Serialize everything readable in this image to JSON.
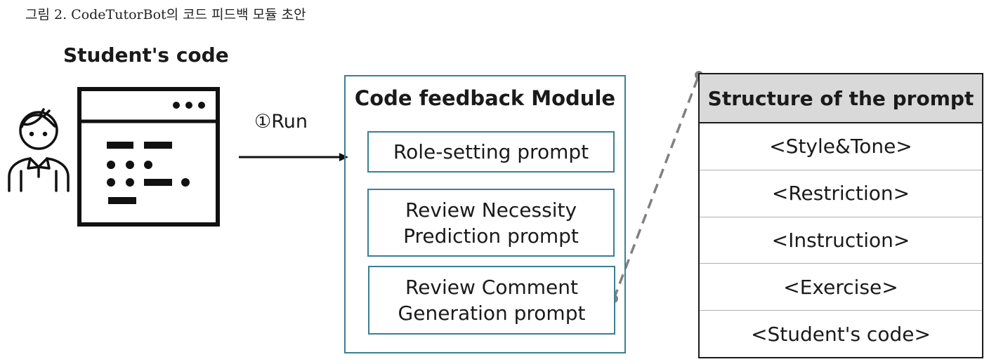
{
  "figure": {
    "caption": "그림 2. CodeTutorBot의 코드 피드백 모듈 초안"
  },
  "student": {
    "title": "Student's code",
    "icons": [
      "person-icon",
      "code-window-icon"
    ]
  },
  "arrow": {
    "label": "①Run"
  },
  "module": {
    "title": "Code feedback Module",
    "prompts": [
      "Role-setting prompt",
      "Review Necessity\nPrediction prompt",
      "Review Comment\nGeneration prompt"
    ]
  },
  "structure": {
    "title": "Structure of the prompt",
    "rows": [
      "<Style&Tone>",
      "<Restriction>",
      "<Instruction>",
      "<Exercise>",
      "<Student's code>"
    ]
  },
  "colors": {
    "module_border": "#3a7f94",
    "table_header_bg": "#d9d9d9",
    "connector": "#808080"
  }
}
